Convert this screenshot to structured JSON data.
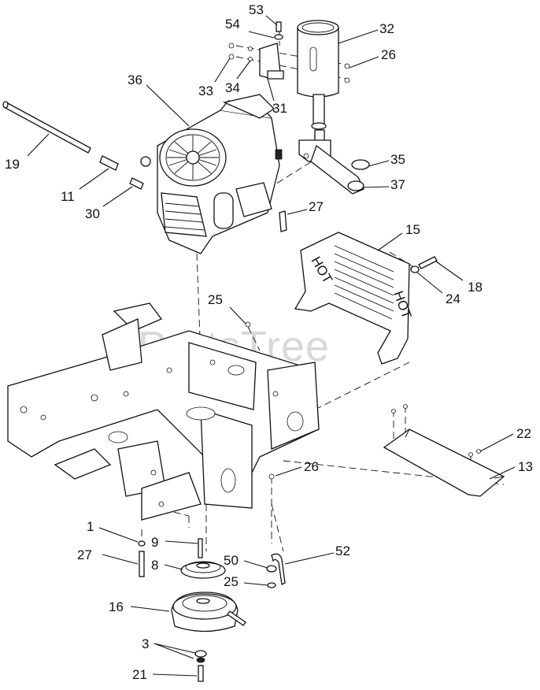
{
  "watermark": "PartsTree",
  "callouts": [
    {
      "id": "c53",
      "text": "53"
    },
    {
      "id": "c54",
      "text": "54"
    },
    {
      "id": "c32",
      "text": "32"
    },
    {
      "id": "c26a",
      "text": "26"
    },
    {
      "id": "c33",
      "text": "33"
    },
    {
      "id": "c34",
      "text": "34"
    },
    {
      "id": "c31",
      "text": "31"
    },
    {
      "id": "c36",
      "text": "36"
    },
    {
      "id": "c19",
      "text": "19"
    },
    {
      "id": "c11",
      "text": "11"
    },
    {
      "id": "c30",
      "text": "30"
    },
    {
      "id": "c35",
      "text": "35"
    },
    {
      "id": "c37",
      "text": "37"
    },
    {
      "id": "c27a",
      "text": "27"
    },
    {
      "id": "c15",
      "text": "15"
    },
    {
      "id": "c18",
      "text": "18"
    },
    {
      "id": "c24",
      "text": "24"
    },
    {
      "id": "c25a",
      "text": "25"
    },
    {
      "id": "c26b",
      "text": "26"
    },
    {
      "id": "c22",
      "text": "22"
    },
    {
      "id": "c13",
      "text": "13"
    },
    {
      "id": "c1",
      "text": "1"
    },
    {
      "id": "c9",
      "text": "9"
    },
    {
      "id": "c27b",
      "text": "27"
    },
    {
      "id": "c8",
      "text": "8"
    },
    {
      "id": "c50",
      "text": "50"
    },
    {
      "id": "c25b",
      "text": "25"
    },
    {
      "id": "c52",
      "text": "52"
    },
    {
      "id": "c16",
      "text": "16"
    },
    {
      "id": "c3",
      "text": "3"
    },
    {
      "id": "c21",
      "text": "21"
    }
  ],
  "heat_shield_text": [
    "HOT",
    "HOT"
  ]
}
